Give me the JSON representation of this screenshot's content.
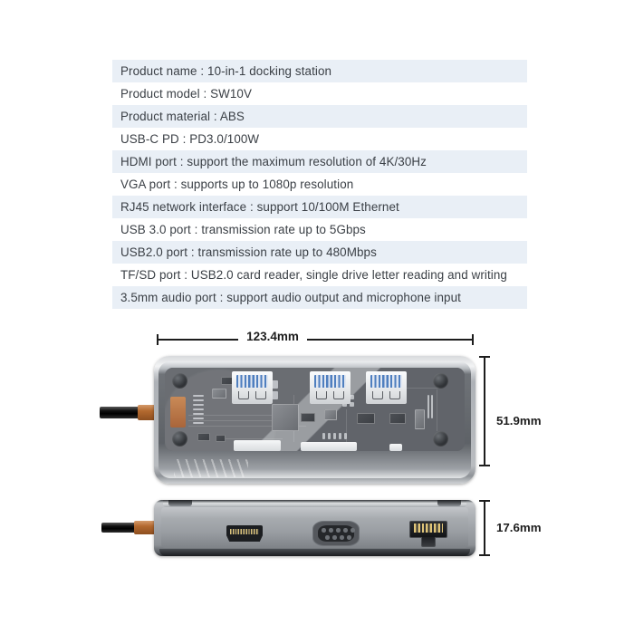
{
  "spec_table": {
    "rows": [
      {
        "text": "Product name : 10-in-1 docking station",
        "striped": true
      },
      {
        "text": "Product model : SW10V",
        "striped": false
      },
      {
        "text": "Product material : ABS",
        "striped": true
      },
      {
        "text": "USB-C PD : PD3.0/100W",
        "striped": false
      },
      {
        "text": "HDMI port : support the maximum resolution of 4K/30Hz",
        "striped": true
      },
      {
        "text": "VGA port : supports up to 1080p resolution",
        "striped": false
      },
      {
        "text": "RJ45 network interface : support 10/100M Ethernet",
        "striped": true
      },
      {
        "text": "USB 3.0 port : transmission rate up to 5Gbps",
        "striped": false
      },
      {
        "text": "USB2.0 port : transmission rate up to 480Mbps",
        "striped": true
      },
      {
        "text": "TF/SD port : USB2.0 card reader, single drive letter reading and writing",
        "striped": false
      },
      {
        "text": "3.5mm audio port :  support audio output and microphone input",
        "striped": true
      }
    ],
    "stripe_color": "#e9eff6",
    "text_color": "#3a3f45"
  },
  "diagram": {
    "dimensions": {
      "length": "123.4mm",
      "width": "51.9mm",
      "height": "17.6mm"
    },
    "top_view": {
      "label": "transparent-case-top-view",
      "ports": [
        "usb-a-1",
        "usb-a-2",
        "usb-a-3"
      ],
      "cable": "usb-c-cable"
    },
    "side_view": {
      "label": "port-side-view",
      "ports": [
        "hdmi-port",
        "vga-port",
        "rj45-port"
      ],
      "cable": "usb-c-cable"
    }
  }
}
